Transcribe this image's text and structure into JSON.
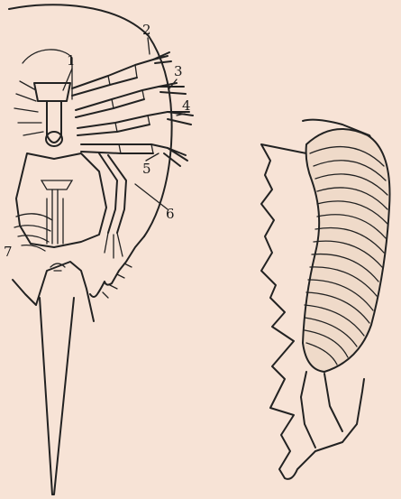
{
  "figure": {
    "labels": [
      "1",
      "2",
      "3",
      "4",
      "5",
      "6",
      "7"
    ],
    "colors": {
      "paper": "#f7e3d6",
      "ink": "#222222"
    }
  }
}
